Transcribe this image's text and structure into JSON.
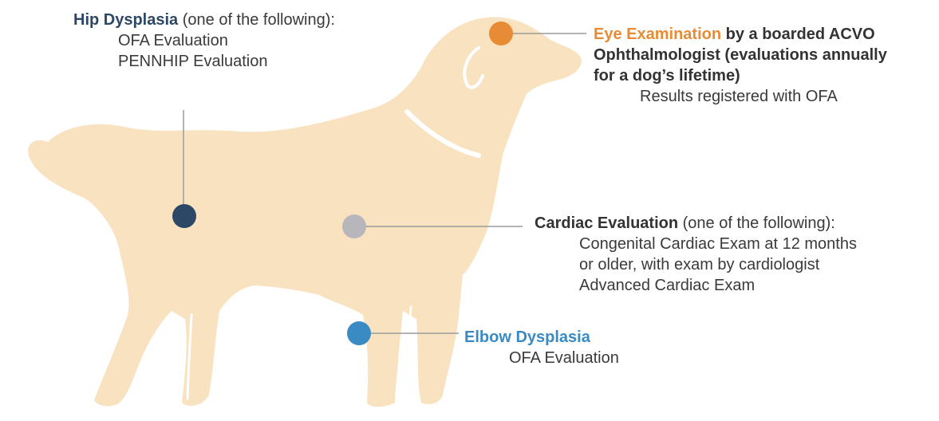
{
  "colors": {
    "dog": "#f9e2c0",
    "dog_lines": "#ffffff",
    "hip": "#2d4866",
    "eye": "#e88b35",
    "cardiac": "#b7b7bb",
    "elbow": "#3a8bc4",
    "leader": "#9a9a9a"
  },
  "hip": {
    "title": "Hip Dysplasia",
    "qualifier": " (one of the following):",
    "items": [
      "OFA Evaluation",
      "PENNHIP Evaluation"
    ]
  },
  "eye": {
    "title": "Eye Examination",
    "line1_rest": " by a boarded ACVO",
    "line2": "Ophthalmologist (evaluations annually",
    "line3": "for a dog’s lifetime)",
    "line4": "Results registered with OFA"
  },
  "cardiac": {
    "title": "Cardiac Evaluation",
    "qualifier": " (one of the following):",
    "items": [
      "Congenital Cardiac Exam at 12 months",
      "or older, with exam by cardiologist",
      "Advanced Cardiac Exam"
    ]
  },
  "elbow": {
    "title": "Elbow Dysplasia",
    "items": [
      "OFA Evaluation"
    ]
  }
}
